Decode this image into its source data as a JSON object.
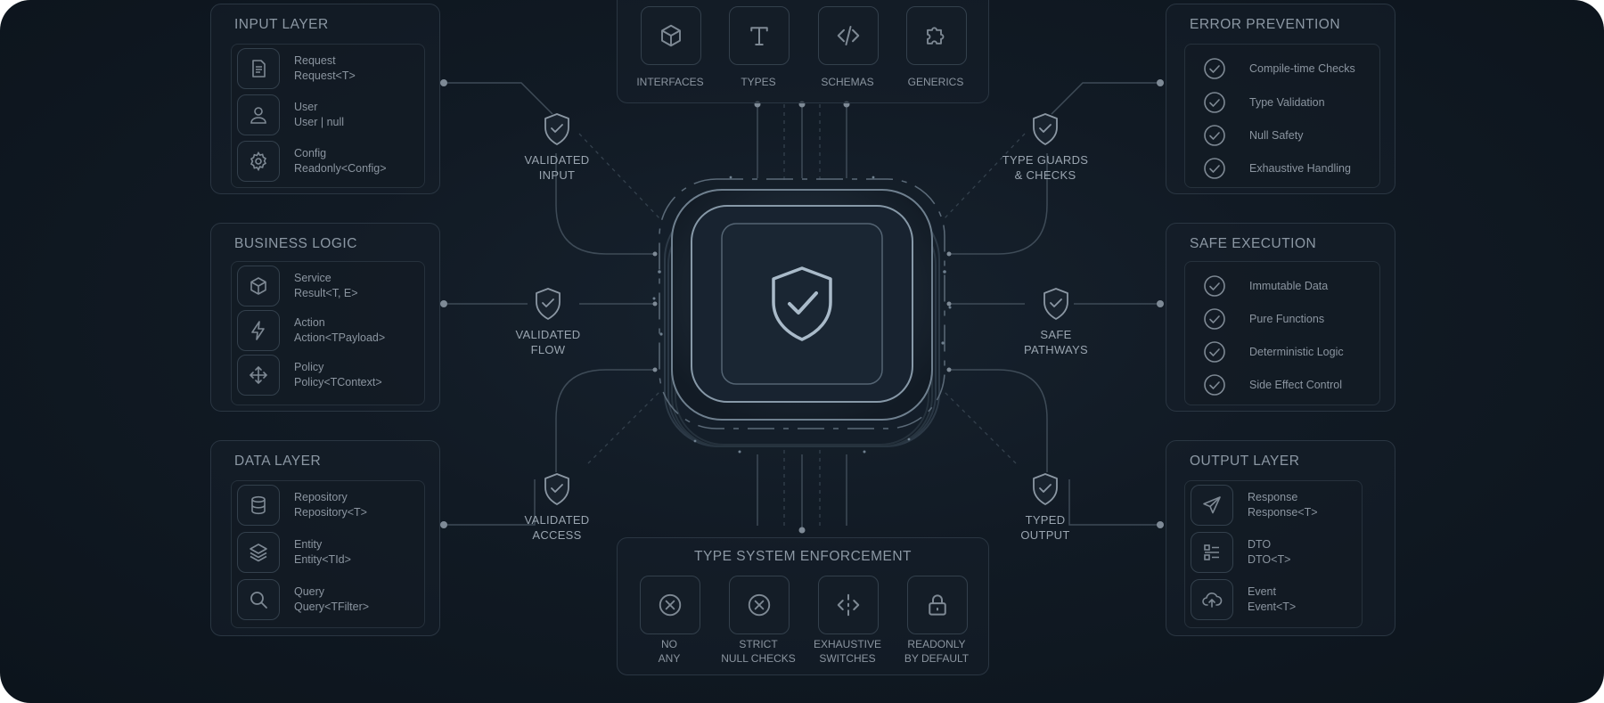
{
  "input_layer": {
    "title": "INPUT LAYER",
    "items": [
      {
        "name": "Request",
        "type": "Request<T>",
        "icon": "document-icon"
      },
      {
        "name": "User",
        "type": "User | null",
        "icon": "user-icon"
      },
      {
        "name": "Config",
        "type": "Readonly<Config>",
        "icon": "gear-icon"
      }
    ]
  },
  "business_logic": {
    "title": "BUSINESS LOGIC",
    "items": [
      {
        "name": "Service",
        "type": "Result<T, E>",
        "icon": "cube-icon"
      },
      {
        "name": "Action",
        "type": "Action<TPayload>",
        "icon": "lightning-icon"
      },
      {
        "name": "Policy",
        "type": "Policy<TContext>",
        "icon": "move-arrows-icon"
      }
    ]
  },
  "data_layer": {
    "title": "DATA LAYER",
    "items": [
      {
        "name": "Repository",
        "type": "Repository<T>",
        "icon": "database-icon"
      },
      {
        "name": "Entity",
        "type": "Entity<TId>",
        "icon": "layers-icon"
      },
      {
        "name": "Query",
        "type": "Query<TFilter>",
        "icon": "search-icon"
      }
    ]
  },
  "top_panel": {
    "tiles": [
      {
        "label": "INTERFACES",
        "icon": "cube-icon"
      },
      {
        "label": "TYPES",
        "icon": "text-type-icon"
      },
      {
        "label": "SCHEMAS",
        "icon": "code-icon"
      },
      {
        "label": "GENERICS",
        "icon": "puzzle-icon"
      }
    ]
  },
  "enforcement": {
    "title": "TYPE SYSTEM ENFORCEMENT",
    "tiles": [
      {
        "line1": "NO",
        "line2": "ANY",
        "icon": "circle-x-icon"
      },
      {
        "line1": "STRICT",
        "line2": "NULL CHECKS",
        "icon": "circle-x-icon"
      },
      {
        "line1": "EXHAUSTIVE",
        "line2": "SWITCHES",
        "icon": "split-arrows-icon"
      },
      {
        "line1": "READONLY",
        "line2": "BY DEFAULT",
        "icon": "lock-icon"
      }
    ]
  },
  "error_prevention": {
    "title": "ERROR PREVENTION",
    "items": [
      "Compile-time Checks",
      "Type Validation",
      "Null Safety",
      "Exhaustive Handling"
    ]
  },
  "safe_execution": {
    "title": "SAFE EXECUTION",
    "items": [
      "Immutable Data",
      "Pure Functions",
      "Deterministic Logic",
      "Side Effect Control"
    ]
  },
  "output_layer": {
    "title": "OUTPUT LAYER",
    "items": [
      {
        "name": "Response",
        "type": "Response<T>",
        "icon": "send-icon"
      },
      {
        "name": "DTO",
        "type": "DTO<T>",
        "icon": "grid-list-icon"
      },
      {
        "name": "Event",
        "type": "Event<T>",
        "icon": "cloud-upload-icon"
      }
    ]
  },
  "badges": {
    "validated_input": {
      "line1": "VALIDATED",
      "line2": "INPUT"
    },
    "validated_flow": {
      "line1": "VALIDATED",
      "line2": "FLOW"
    },
    "validated_access": {
      "line1": "VALIDATED",
      "line2": "ACCESS"
    },
    "type_guards": {
      "line1": "TYPE GUARDS",
      "line2": "& CHECKS"
    },
    "safe_pathways": {
      "line1": "SAFE",
      "line2": "PATHWAYS"
    },
    "typed_output": {
      "line1": "TYPED",
      "line2": "OUTPUT"
    }
  },
  "colors": {
    "background": "#111a24",
    "panel_border": "#2a3642",
    "icon_stroke": "#7e8994",
    "text": "#8b95a0",
    "accent_glow": "#9fb4c6"
  }
}
